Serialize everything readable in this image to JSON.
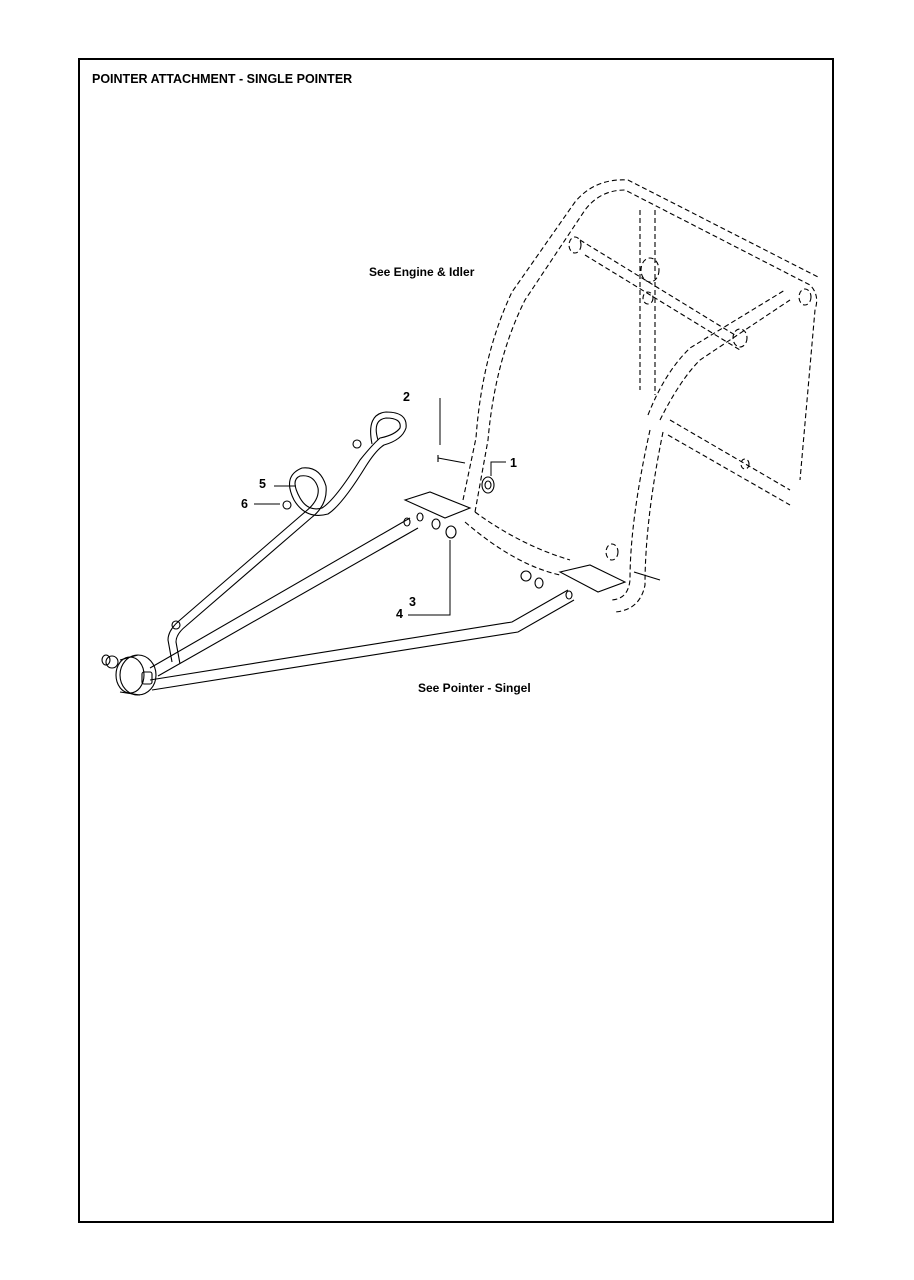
{
  "title": "POINTER ATTACHMENT - SINGLE POINTER",
  "notes": {
    "engine_idler": "See Engine & Idler",
    "pointer_singel": "See Pointer - Singel"
  },
  "callouts": {
    "c1": "1",
    "c2": "2",
    "c3": "3",
    "c4": "4",
    "c5": "5",
    "c6": "6"
  },
  "colors": {
    "line": "#000000",
    "background": "#ffffff"
  }
}
